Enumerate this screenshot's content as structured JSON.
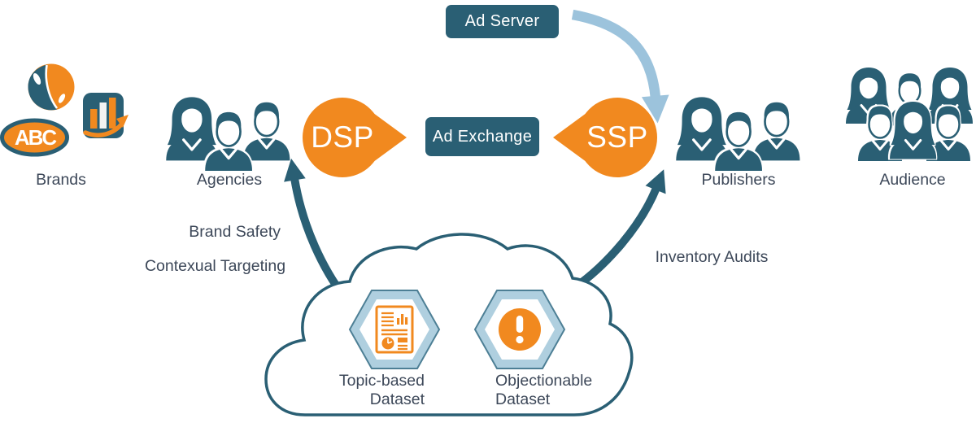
{
  "nodes": {
    "ad_server": {
      "label": "Ad Server"
    },
    "ad_exchange": {
      "label": "Ad Exchange"
    },
    "dsp": {
      "label": "DSP"
    },
    "ssp": {
      "label": "SSP"
    },
    "brands": {
      "label": "Brands",
      "logo_text": "ABC",
      "icons": [
        "sphere-logo-icon",
        "abc-oval-logo",
        "bar-chart-growth-icon"
      ]
    },
    "agencies": {
      "label": "Agencies",
      "icon": "people-group-icon"
    },
    "publishers": {
      "label": "Publishers",
      "icon": "people-group-icon"
    },
    "audience": {
      "label": "Audience",
      "icon": "people-crowd-icon"
    }
  },
  "flow_labels": {
    "brand_safety": "Brand Safety",
    "contexual_targeting": "Contexual Targeting",
    "inventory_audits": "Inventory Audits"
  },
  "cloud": {
    "datasets": [
      {
        "line1": "Topic-based",
        "line2": "Dataset",
        "icon": "report-document-icon"
      },
      {
        "line1": "Objectionable",
        "line2": "Dataset",
        "icon": "exclamation-warning-icon"
      }
    ]
  },
  "colors": {
    "orange": "#F1891F",
    "teal_dark": "#2A5F74",
    "arrow_light_blue": "#9CC3DC",
    "hexagon_fill": "#AFCFDF",
    "hexagon_stroke": "#4D7F95",
    "label_text": "#3D4859"
  }
}
